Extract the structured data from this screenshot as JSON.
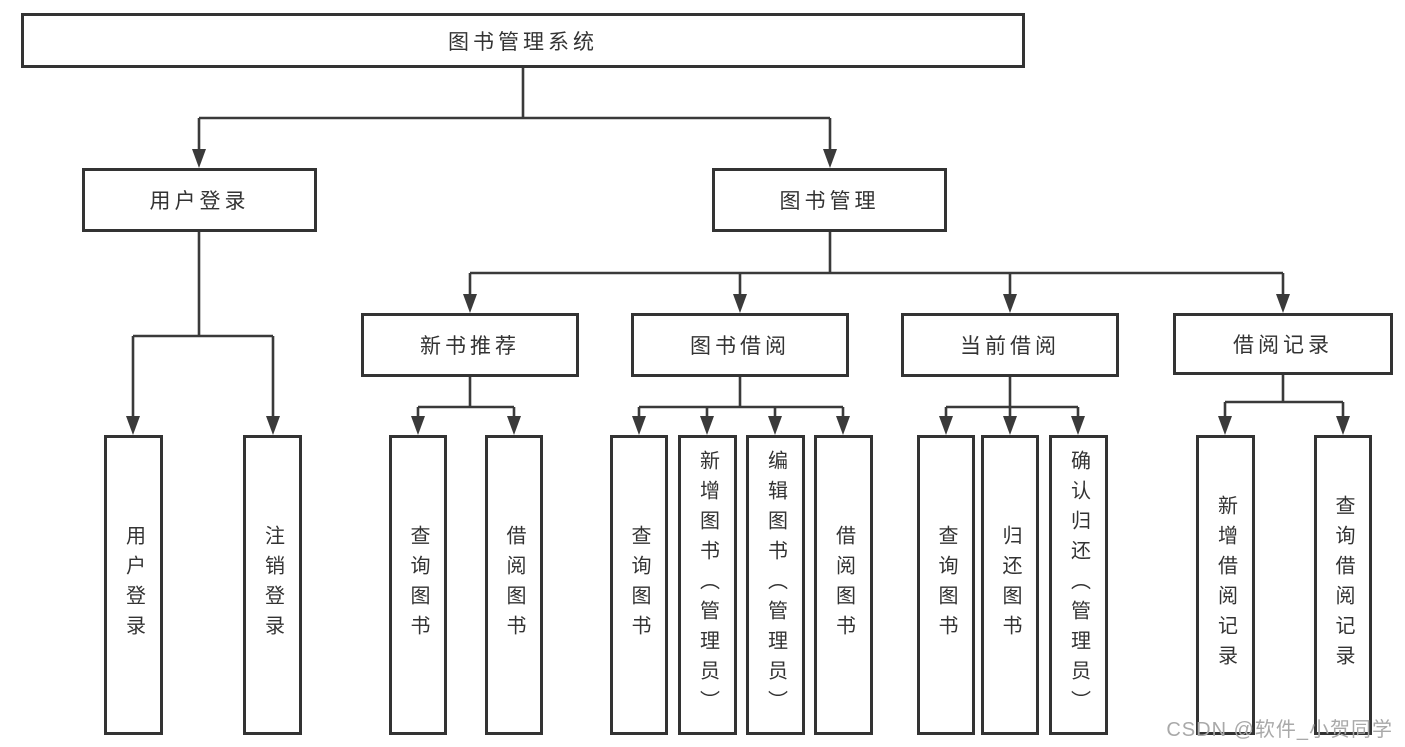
{
  "diagram": {
    "tree": {
      "label": "图书管理系统",
      "children": [
        {
          "label": "用户登录",
          "children": [
            {
              "label": "用户登录"
            },
            {
              "label": "注销登录"
            }
          ]
        },
        {
          "label": "图书管理",
          "children": [
            {
              "label": "新书推荐",
              "children": [
                {
                  "label": "查询图书"
                },
                {
                  "label": "借阅图书"
                }
              ]
            },
            {
              "label": "图书借阅",
              "children": [
                {
                  "label": "查询图书"
                },
                {
                  "label": "新增图书（管理员）"
                },
                {
                  "label": "编辑图书（管理员）"
                },
                {
                  "label": "借阅图书"
                }
              ]
            },
            {
              "label": "当前借阅",
              "children": [
                {
                  "label": "查询图书"
                },
                {
                  "label": "归还图书"
                },
                {
                  "label": "确认归还（管理员）"
                }
              ]
            },
            {
              "label": "借阅记录",
              "children": [
                {
                  "label": "新增借阅记录"
                },
                {
                  "label": "查询借阅记录"
                }
              ]
            }
          ]
        }
      ]
    },
    "colors": {
      "line": "#3a3a3a",
      "border": "#333333",
      "text": "#333333",
      "watermark_text": "#a9a9a9"
    }
  },
  "watermark": {
    "text": "CSDN @软件_小贺同学"
  }
}
